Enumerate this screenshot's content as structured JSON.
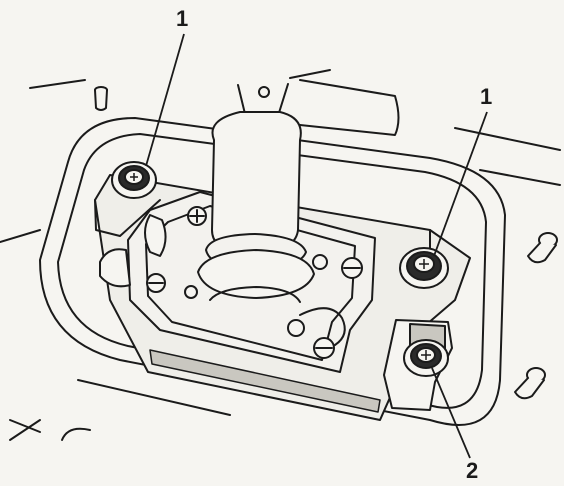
{
  "callouts": [
    {
      "id": "1",
      "label": "1"
    },
    {
      "id": "1",
      "label": "1"
    },
    {
      "id": "2",
      "label": "2"
    }
  ],
  "colors": {
    "paper": "#f6f5f1",
    "ink": "#1b1b1b",
    "shade": "#c9c7c0",
    "dark": "#2a2a2a"
  }
}
